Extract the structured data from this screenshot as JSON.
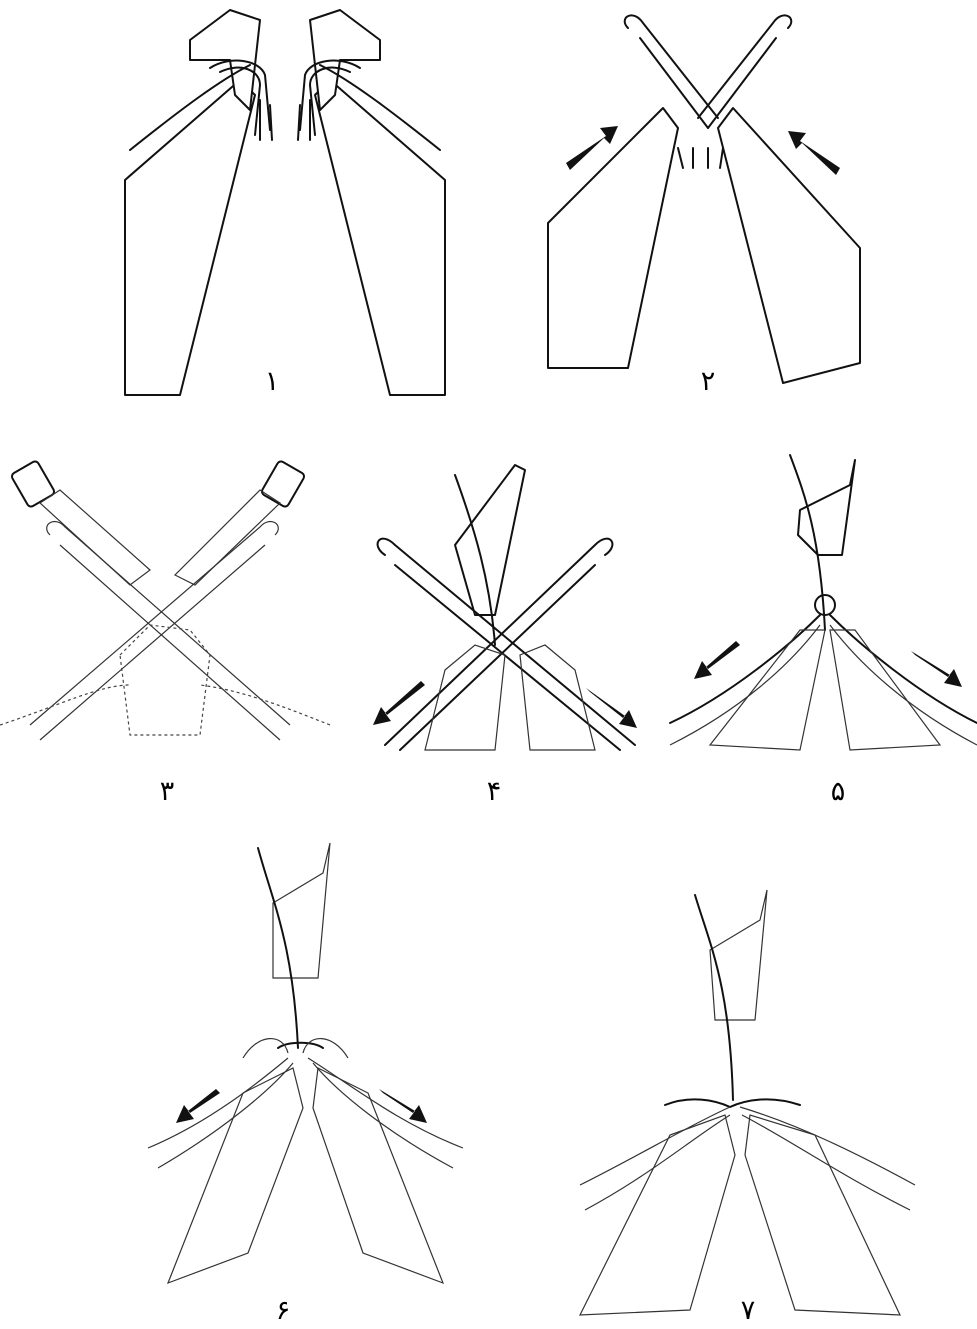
{
  "figure": {
    "steps": [
      {
        "label": "۱"
      },
      {
        "label": "۲"
      },
      {
        "label": "۳"
      },
      {
        "label": "۴"
      },
      {
        "label": "۵"
      },
      {
        "label": "۶"
      },
      {
        "label": "۷"
      }
    ]
  },
  "colors": {
    "ink": "#111111",
    "background": "#ffffff"
  }
}
